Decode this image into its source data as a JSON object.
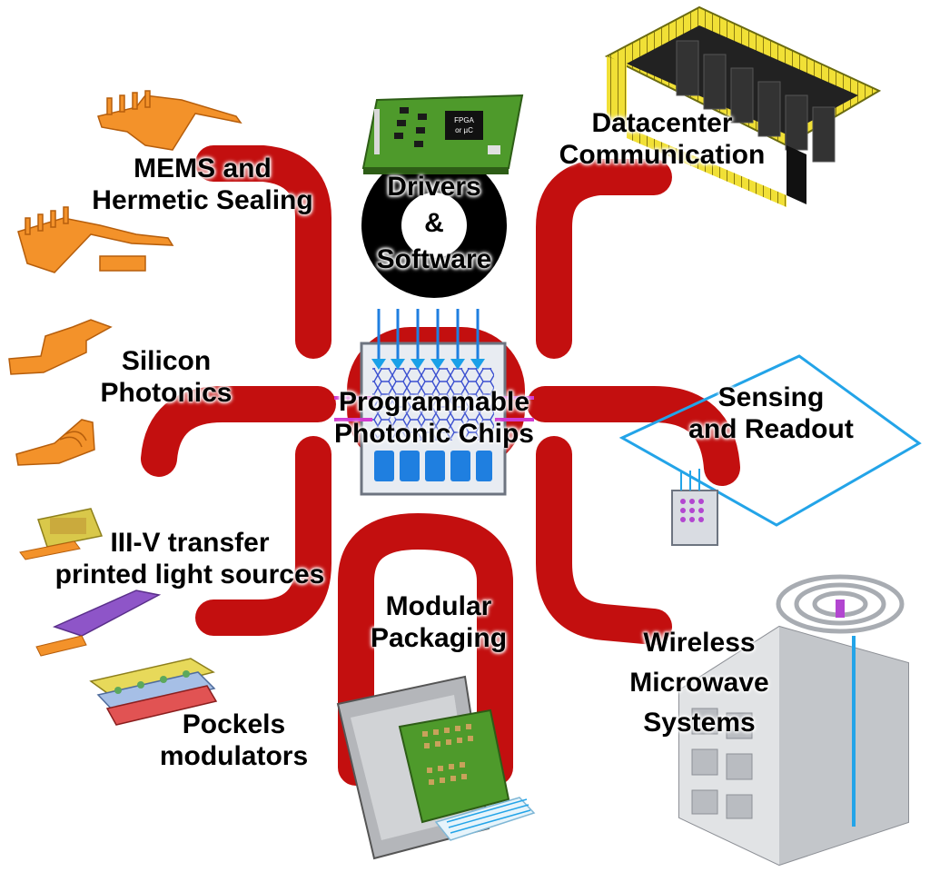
{
  "colors": {
    "arm_red": "#c30f0f",
    "copper": "#f3922a",
    "pcb_green": "#4e9a2b",
    "chip_blue": "#1f7fe0",
    "building_grey": "#c8cacd",
    "rack_yellow": "#f4e23e"
  },
  "center": {
    "line1": "Programmable",
    "line2": "Photonic Chips"
  },
  "labels": {
    "mems": {
      "line1": "MEMS and",
      "line2": "Hermetic Sealing"
    },
    "drivers": {
      "line1": "Drivers",
      "line2": "&",
      "line3": "Software"
    },
    "datacenter": {
      "line1": "Datacenter",
      "line2": "Communication"
    },
    "silicon": {
      "line1": "Silicon",
      "line2": "Photonics"
    },
    "sensing": {
      "line1": "Sensing",
      "line2": "and Readout"
    },
    "iiiv": {
      "line1": "III-V transfer",
      "line2": "printed light sources"
    },
    "packaging": {
      "line1": "Modular",
      "line2": "Packaging"
    },
    "wireless": {
      "line1": "Wireless",
      "line2": "Microwave",
      "line3": "Systems"
    },
    "pockels": {
      "line1": "Pockels",
      "line2": "modulators"
    }
  },
  "pcb_chip": {
    "line1": "FPGA",
    "line2": "or µC"
  },
  "icons": [
    "mems-device-icon",
    "pcb-board-icon",
    "datacenter-rack-icon",
    "silicon-waveguide-icon",
    "grating-coupler-icon",
    "sensing-loop-icon",
    "laser-chip-icon",
    "modulator-array-icon",
    "package-module-icon",
    "building-antenna-icon",
    "photonic-mesh-chip-icon"
  ]
}
